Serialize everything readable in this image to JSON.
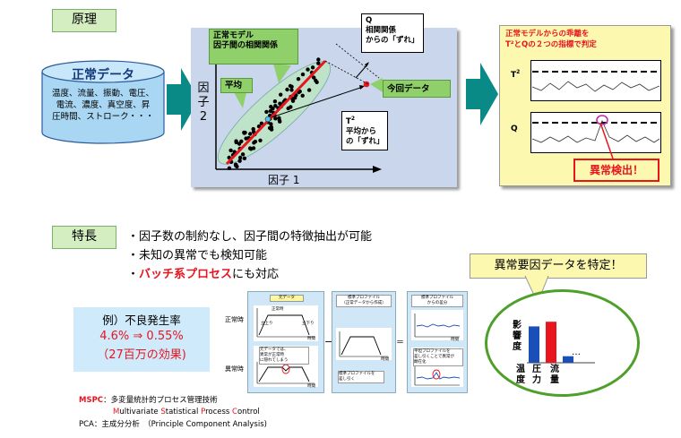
{
  "principle": {
    "tag": "原理",
    "cylinder": {
      "title": "正常データ",
      "lines": [
        "温度、流量、振動、電圧、",
        "電流、濃度、真空度、昇",
        "圧時間、ストローク・・・"
      ]
    },
    "scatter": {
      "y_axis": "因子",
      "y_axis_num": "2",
      "x_axis": "因子 1",
      "callout_model": [
        "正常モデル",
        "因子間の相関関係"
      ],
      "callout_mean": "平均",
      "callout_current": "今回データ",
      "q_box": [
        "Q",
        "相関関係",
        "からの「ずれ」"
      ],
      "t2_box": [
        "T",
        "平均から",
        "の「ずれ」"
      ],
      "t2_sup": "2"
    },
    "monitor": {
      "title": [
        "正常モデルからの乖離を",
        "T²とQの２つの指標で判定"
      ],
      "t2_label": "T",
      "t2_sup": "2",
      "q_label": "Q",
      "alert": "異常検出！"
    }
  },
  "features": {
    "tag": "特長",
    "bullets": [
      "・因子数の制約なし、因子間の特徴抽出が可能",
      "・未知の異常でも検知可能"
    ],
    "bullet3_prefix": "・",
    "bullet3_red": "バッチ系プロセス",
    "bullet3_suffix": "にも対応",
    "example": {
      "title": "例）不良発生率",
      "rate": "4.6% ⇒ 0.55%",
      "effect": "（27百万の効果)"
    },
    "panels": {
      "normal_label": "正常時",
      "abnormal_label": "異常時",
      "p1_title": "元データ",
      "p1_notes": [
        "正常時",
        "立上り",
        "立下り",
        "時間",
        "元データでは、",
        "異常が正常時",
        "に隠れてしまう",
        "時間"
      ],
      "minus": "−",
      "p2_title": [
        "標準プロファイル",
        "（正常データから作成）"
      ],
      "p2_notes": [
        "時間",
        "標準プロファイルを",
        "差し引く"
      ],
      "equals": "＝",
      "p3_title": [
        "標準プロファイル",
        "からの差分"
      ],
      "p3_notes": [
        "時間",
        "平坦プロファイルを",
        "差し引くことで異常が",
        "顕在化"
      ]
    },
    "factor": {
      "bubble": "異常要因データを特定！",
      "ylabel": [
        "影",
        "響",
        "度"
      ],
      "xlabels": [
        [
          "温",
          "度"
        ],
        [
          "圧",
          "力"
        ],
        [
          "流",
          "量"
        ]
      ],
      "ellipsis": "…"
    }
  },
  "chart_data": {
    "type": "bar",
    "categories": [
      "温度",
      "圧力",
      "流量"
    ],
    "values": [
      0.78,
      0.88,
      0.14
    ],
    "colors": [
      "#1a4fb8",
      "#e8141e",
      "#1a4fb8"
    ],
    "ylabel": "影響度"
  },
  "footnote": {
    "mspc_abbr": "MSPC",
    "mspc_text": "：多変量統計的プロセス管理技術",
    "mspc_english": [
      {
        "cap": "M",
        "rest": "ultivariate "
      },
      {
        "cap": "S",
        "rest": "tatistical "
      },
      {
        "cap": "P",
        "rest": "rocess "
      },
      {
        "cap": "C",
        "rest": "ontrol"
      }
    ],
    "pca": "PCA：主成分分析　（Principle Component Analysis)"
  },
  "colors": {
    "arrow_teal": "#0a8a86",
    "alert_red": "#e8141e",
    "scatter_bg": "#c9d6ec",
    "monitor_bg": "#fdf8b0"
  }
}
